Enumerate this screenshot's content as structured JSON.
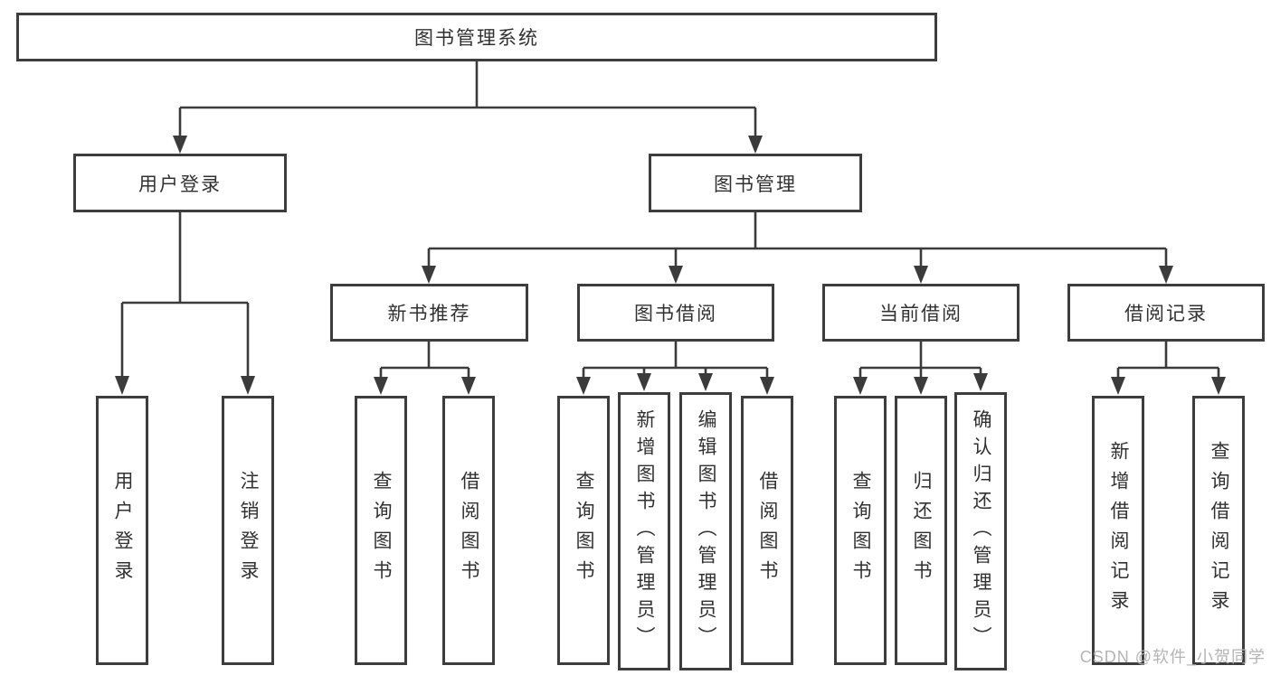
{
  "root": {
    "label": "图书管理系统"
  },
  "branches": {
    "user": {
      "label": "用户登录",
      "children": {
        "login": "用户登录",
        "logout": "注销登录"
      }
    },
    "books": {
      "label": "图书管理",
      "sections": {
        "recommend": {
          "label": "新书推荐",
          "children": {
            "query": "查询图书",
            "borrow": "借阅图书"
          }
        },
        "borrowing": {
          "label": "图书借阅",
          "children": {
            "query": "查询图书",
            "add": "新增图书（管理员）",
            "edit": "编辑图书（管理员）",
            "borrow": "借阅图书"
          }
        },
        "current": {
          "label": "当前借阅",
          "children": {
            "query": "查询图书",
            "return": "归还图书",
            "confirm": "确认归还（管理员）"
          }
        },
        "records": {
          "label": "借阅记录",
          "children": {
            "add": "新增借阅记录",
            "query": "查询借阅记录"
          }
        }
      }
    }
  },
  "watermark": {
    "text": "CSDN @软件_小贺同学"
  },
  "colors": {
    "line": "#3b3b3b",
    "box_border": "#3d3d3d",
    "text": "#313131",
    "watermark": "#b4b4b4",
    "background": "#ffffff"
  }
}
